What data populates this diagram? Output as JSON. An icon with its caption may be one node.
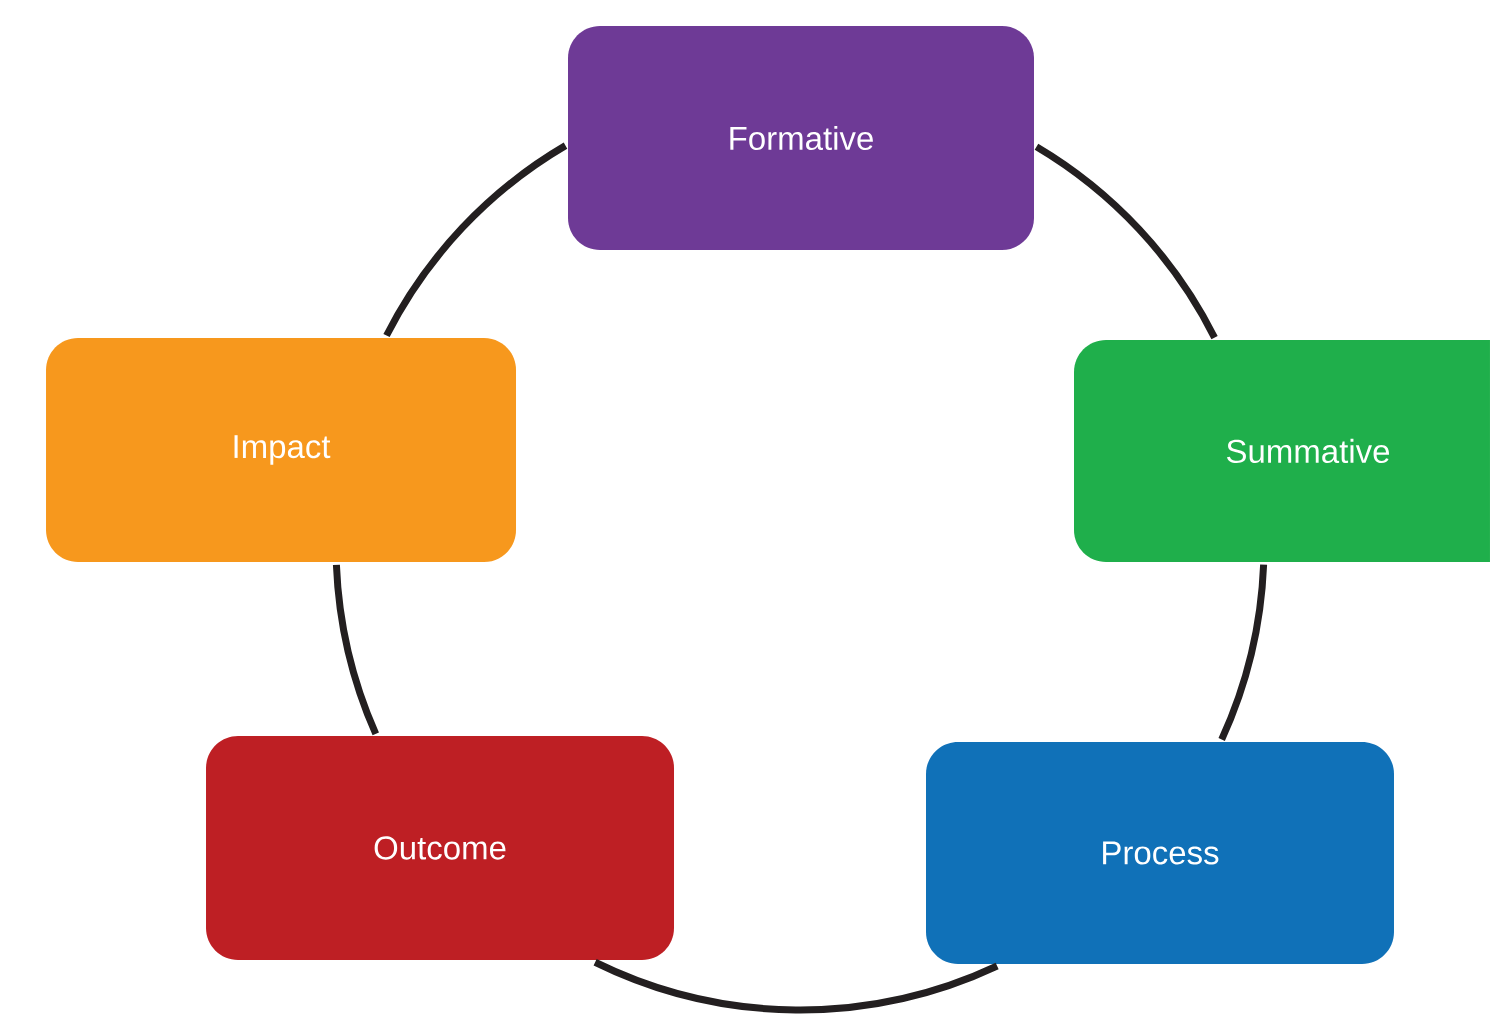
{
  "diagram": {
    "nodes": [
      {
        "text": [
          "Formative"
        ]
      },
      {
        "text": [
          "Summative"
        ]
      },
      {
        "text": [
          "Process"
        ]
      },
      {
        "text": [
          "Outcome"
        ]
      },
      {
        "text": [
          "Impact"
        ]
      }
    ],
    "edges": [
      {
        "from": 0,
        "to": 1,
        "arrow": "none"
      },
      {
        "from": 1,
        "to": 2,
        "arrow": "none"
      },
      {
        "from": 2,
        "to": 3,
        "arrow": "none"
      },
      {
        "from": 3,
        "to": 4,
        "arrow": "none"
      },
      {
        "from": 4,
        "to": 0,
        "arrow": "none"
      }
    ]
  }
}
